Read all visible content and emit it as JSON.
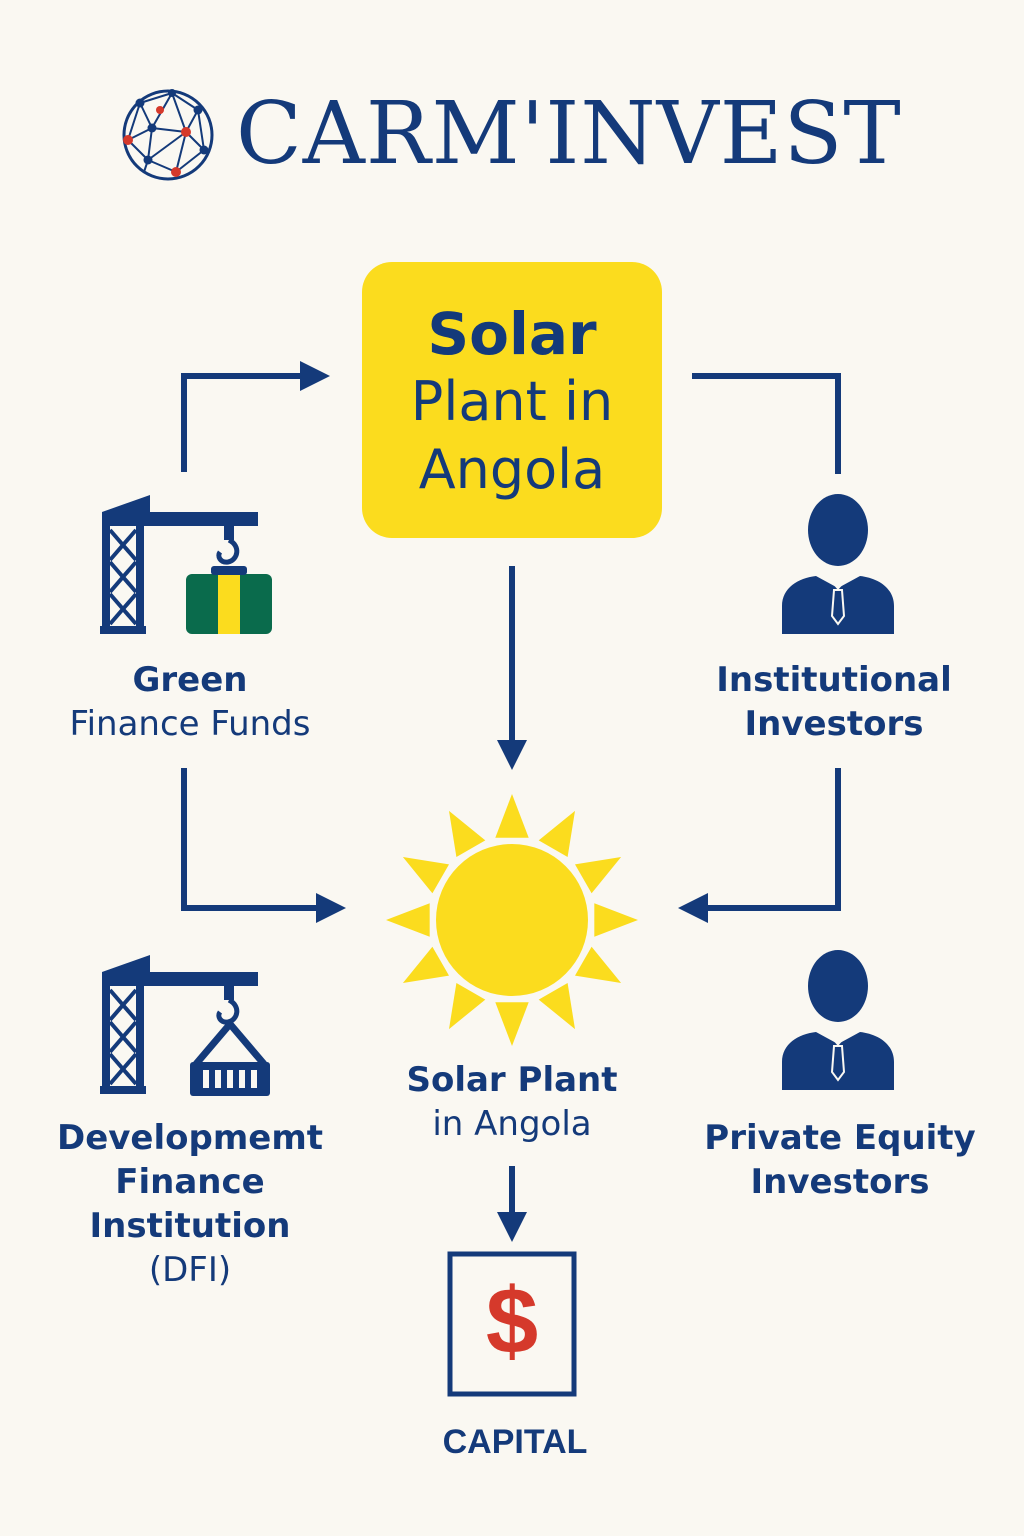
{
  "header": {
    "brand_name": "CARM'INVEST",
    "logo_icon": "globe-network-icon"
  },
  "diagram": {
    "top_box": {
      "line1": "Solar",
      "line2": "Plant in",
      "line3": "Angola"
    },
    "center": {
      "line1": "Solar Plant",
      "line2": "in Angola",
      "icon": "sun-icon"
    },
    "green_finance": {
      "line1": "Green",
      "line2": "Finance Funds",
      "icon": "crane-cargo-icon"
    },
    "institutional": {
      "line1": "Institutional",
      "line2": "Investors",
      "icon": "businessman-icon"
    },
    "dfi": {
      "line1": "Developmemt",
      "line2": "Finance",
      "line3": "Institution",
      "line4": "(DFI)",
      "icon": "crane-container-icon"
    },
    "private_equity": {
      "line1": "Private Equity",
      "line2": "Investors",
      "icon": "businessman-icon"
    },
    "capital": {
      "label": "CAPITAL",
      "symbol": "$",
      "icon": "dollar-box-icon"
    }
  },
  "colors": {
    "navy": "#143a7a",
    "yellow": "#fbdc1e",
    "background": "#faf8f2",
    "green": "#0a6b4c",
    "red": "#d5392b"
  }
}
